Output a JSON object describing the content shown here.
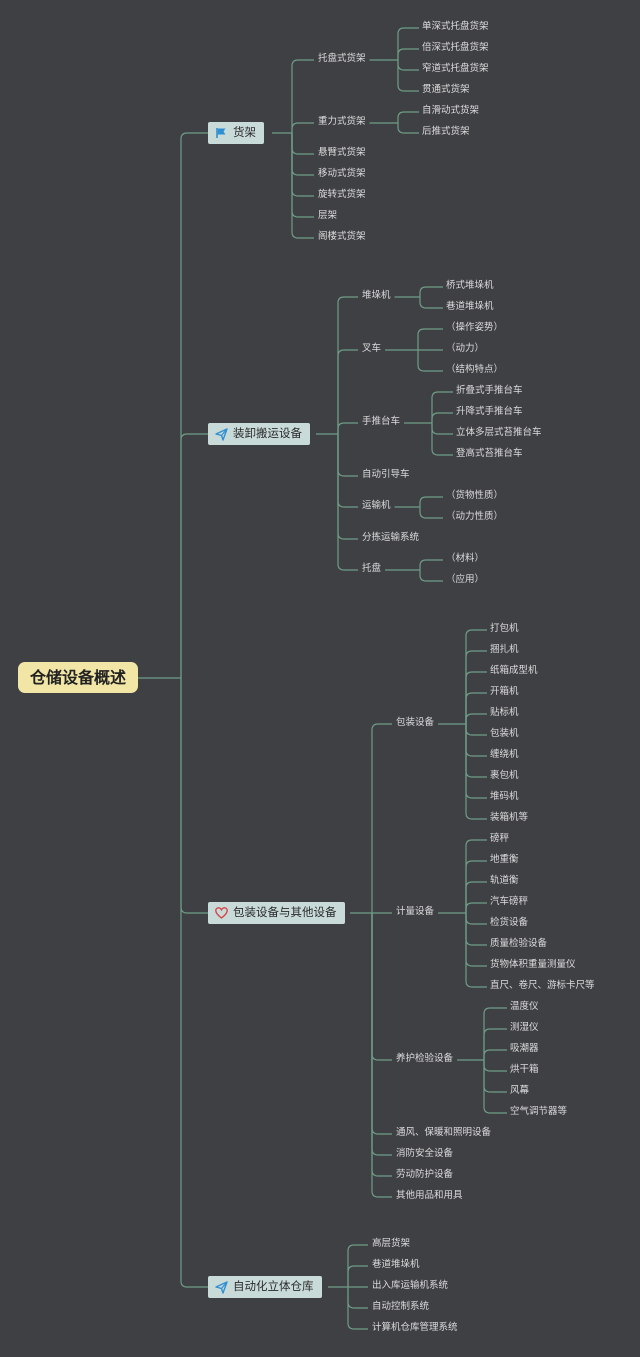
{
  "root": "仓储设备概述",
  "branches": [
    {
      "label": "货架",
      "icon": "flag-icon",
      "children": [
        {
          "label": "托盘式货架",
          "children": [
            "单深式托盘货架",
            "倍深式托盘货架",
            "窄道式托盘货架",
            "贯通式货架"
          ]
        },
        {
          "label": "重力式货架",
          "children": [
            "自滑动式货架",
            "后推式货架"
          ]
        },
        {
          "label": "悬臂式货架",
          "children": []
        },
        {
          "label": "移动式货架",
          "children": []
        },
        {
          "label": "旋转式货架",
          "children": []
        },
        {
          "label": "层架",
          "children": []
        },
        {
          "label": "阁楼式货架",
          "children": []
        }
      ]
    },
    {
      "label": "装卸搬运设备",
      "icon": "paper-plane-icon",
      "children": [
        {
          "label": "堆垛机",
          "children": [
            "桥式堆垛机",
            "巷道堆垛机"
          ]
        },
        {
          "label": "叉车",
          "children": [
            "（操作姿势）",
            "（动力）",
            "（结构特点）"
          ]
        },
        {
          "label": "手推台车",
          "children": [
            "折叠式手推台车",
            "升降式手推台车",
            "立体多层式苔推台车",
            "登高式苔推台车"
          ]
        },
        {
          "label": "自动引导车",
          "children": []
        },
        {
          "label": "运输机",
          "children": [
            "（货物性质）",
            "（动力性质）"
          ]
        },
        {
          "label": "分拣运输系统",
          "children": []
        },
        {
          "label": "托盘",
          "children": [
            "（材料）",
            "（应用）"
          ]
        }
      ]
    },
    {
      "label": "包装设备与其他设备",
      "icon": "heart-icon",
      "children": [
        {
          "label": "包装设备",
          "children": [
            "打包机",
            "捆扎机",
            "纸箱成型机",
            "开箱机",
            "贴标机",
            "包装机",
            "缠绕机",
            "裹包机",
            "堆码机",
            "装箱机等"
          ]
        },
        {
          "label": "计量设备",
          "children": [
            "磅秤",
            "地重衡",
            "轨道衡",
            "汽车磅秤",
            "检货设备",
            "质量检验设备",
            "货物体积重量测量仪",
            "直尺、卷尺、游标卡尺等"
          ]
        },
        {
          "label": "养护检验设备",
          "children": [
            "温度仪",
            "测湿仪",
            "吸潮器",
            "烘干箱",
            "风幕",
            "空气调节器等"
          ]
        },
        {
          "label": "通风、保暖和照明设备",
          "children": []
        },
        {
          "label": "消防安全设备",
          "children": []
        },
        {
          "label": "劳动防护设备",
          "children": []
        },
        {
          "label": "其他用品和用具",
          "children": []
        }
      ]
    },
    {
      "label": "自动化立体仓库",
      "icon": "paper-plane-icon",
      "children": [
        {
          "label": "高层货架",
          "children": []
        },
        {
          "label": "巷道堆垛机",
          "children": []
        },
        {
          "label": "出入库运输机系统",
          "children": []
        },
        {
          "label": "自动控制系统",
          "children": []
        },
        {
          "label": "计算机仓库管理系统",
          "children": []
        }
      ]
    }
  ],
  "colors": {
    "background": "#3f4044",
    "line": "#6e9c86",
    "root": "#f2e6a6",
    "branch": "#c9dbd9",
    "flag": "#2f8fd1",
    "plane": "#2f8fd1",
    "heart": "#d6434b"
  }
}
